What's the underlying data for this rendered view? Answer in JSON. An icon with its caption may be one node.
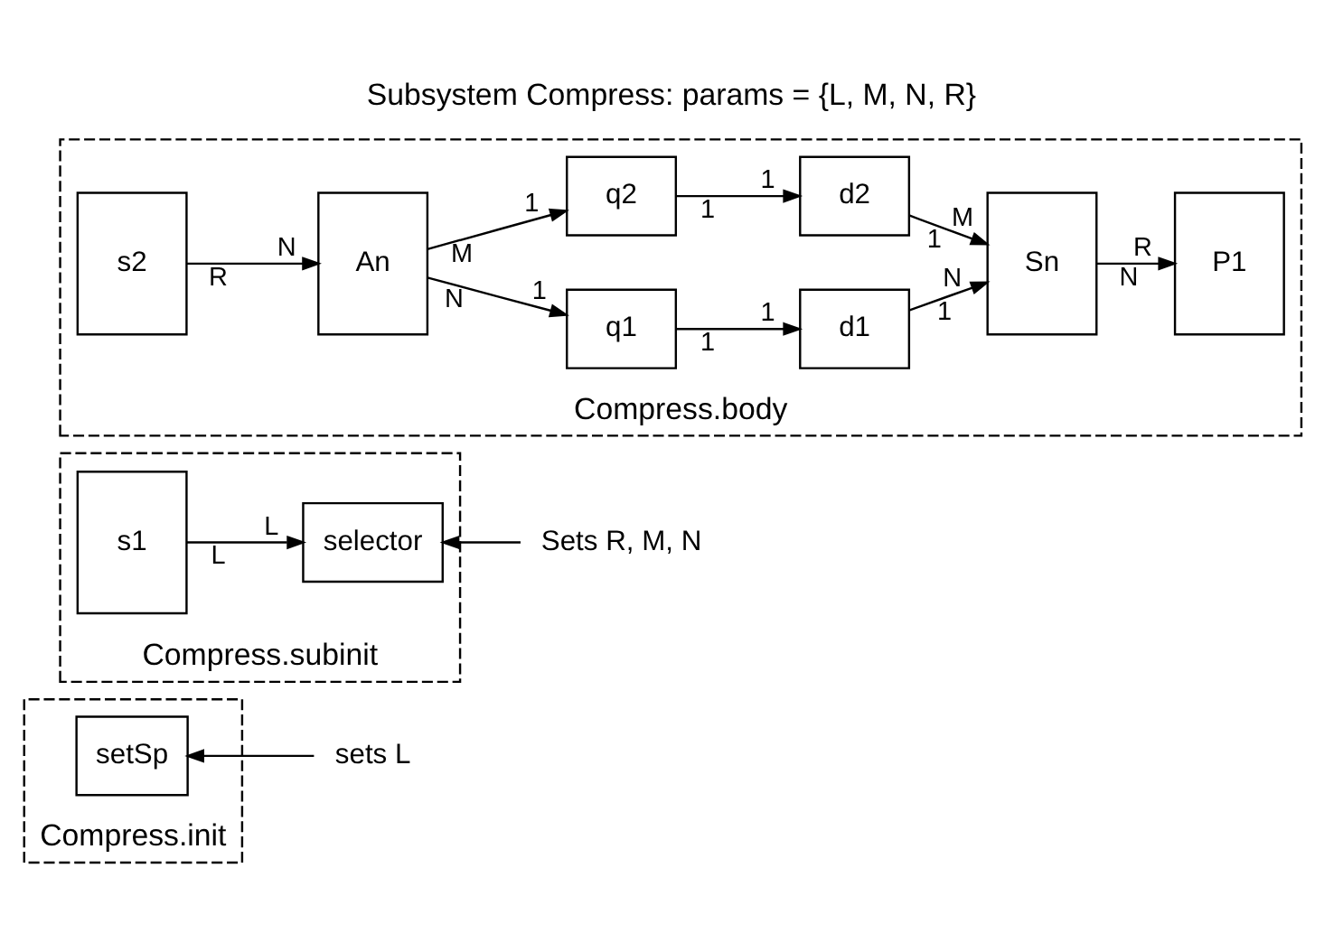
{
  "diagram": {
    "title": "Subsystem Compress: params = {L, M, N, R}",
    "nodes": [
      {
        "text": [
          "Compress.init"
        ]
      },
      {
        "text": [
          "setSp"
        ],
        "in": 0
      },
      {
        "text": [
          "Compress.subinit"
        ]
      },
      {
        "text": [
          "s1"
        ],
        "in": 2
      },
      {
        "text": [
          "selector"
        ],
        "in": 2
      },
      {
        "text": [
          "sets L"
        ]
      },
      {
        "text": [
          "Sets R, M, N"
        ]
      },
      {
        "text": [
          "Compress.body"
        ]
      },
      {
        "text": [
          "s2"
        ],
        "in": 7
      },
      {
        "text": [
          "An"
        ],
        "in": 7
      },
      {
        "text": [
          "q1"
        ],
        "in": 7
      },
      {
        "text": [
          "q2"
        ],
        "in": 7
      },
      {
        "text": [
          "d1"
        ],
        "in": 7
      },
      {
        "text": [
          "d2"
        ],
        "in": 7
      },
      {
        "text": [
          "Sn"
        ],
        "in": 7
      },
      {
        "text": [
          "P1"
        ],
        "in": 7
      }
    ],
    "edges": [
      {
        "from": 5,
        "to": 1,
        "arrow": "to"
      },
      {
        "from": 6,
        "to": 4,
        "arrow": "to"
      },
      {
        "from": 3,
        "to": 4,
        "arrow": "to"
      },
      {
        "from": 8,
        "to": 9,
        "arrow": "to"
      },
      {
        "from": 9,
        "to": 10,
        "arrow": "to"
      },
      {
        "from": 9,
        "to": 11,
        "arrow": "to"
      },
      {
        "from": 10,
        "to": 12,
        "arrow": "to"
      },
      {
        "from": 11,
        "to": 13,
        "arrow": "to"
      },
      {
        "from": 12,
        "to": 14,
        "arrow": "to"
      },
      {
        "from": 13,
        "to": 14,
        "arrow": "to"
      },
      {
        "from": 14,
        "to": 15,
        "arrow": "to"
      }
    ],
    "labels": [
      "L",
      "L",
      "R",
      "N",
      "N",
      "1",
      "1",
      "1",
      "M",
      "1",
      "1",
      "1",
      "1",
      "N",
      "1",
      "M",
      "N",
      "R"
    ]
  }
}
